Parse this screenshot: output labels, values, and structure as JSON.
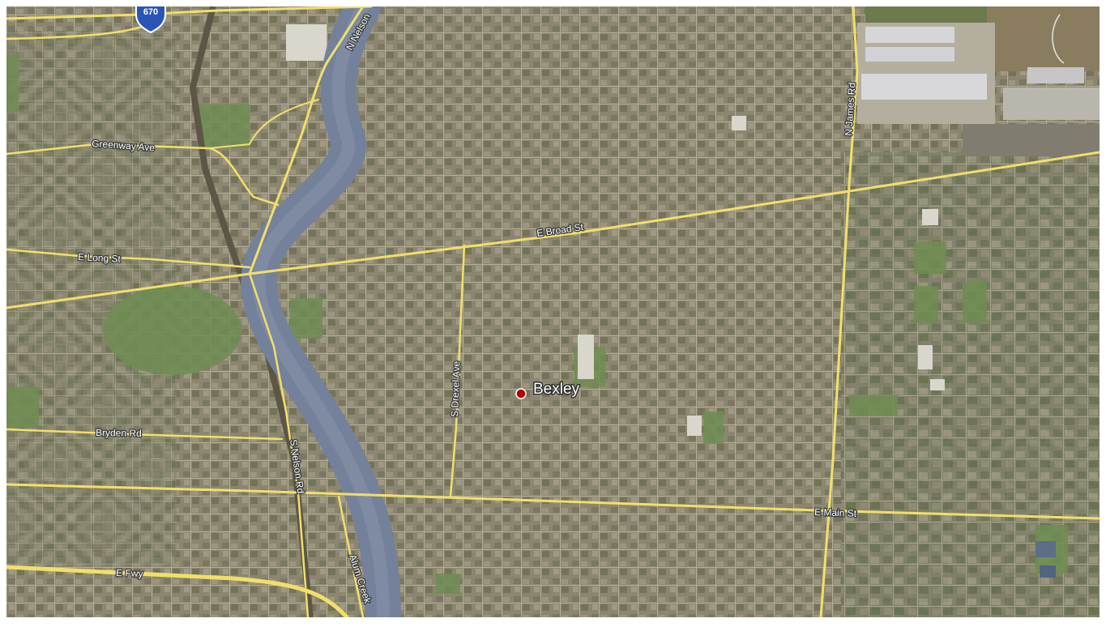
{
  "map": {
    "type": "satellite",
    "place": {
      "name": "Bexley",
      "marker_color": "#b00000"
    },
    "highway_shield": {
      "text": "670"
    },
    "road_labels": {
      "n_nelson": "N Nelson",
      "greenway": "Greenway Ave",
      "e_broad": "E Broad St",
      "e_long": "E Long St",
      "n_james": "N James Rd",
      "s_drexel": "S Drexel Ave",
      "bryden": "Bryden Rd",
      "s_nelson": "S Nelson Rd",
      "e_main": "E Main St",
      "e_fwy": "E Fwy",
      "alum_creek": "Alum Creek"
    },
    "colors": {
      "road": "#f2df6a",
      "river": "#74819a",
      "terrain": "#8f8a70"
    }
  }
}
